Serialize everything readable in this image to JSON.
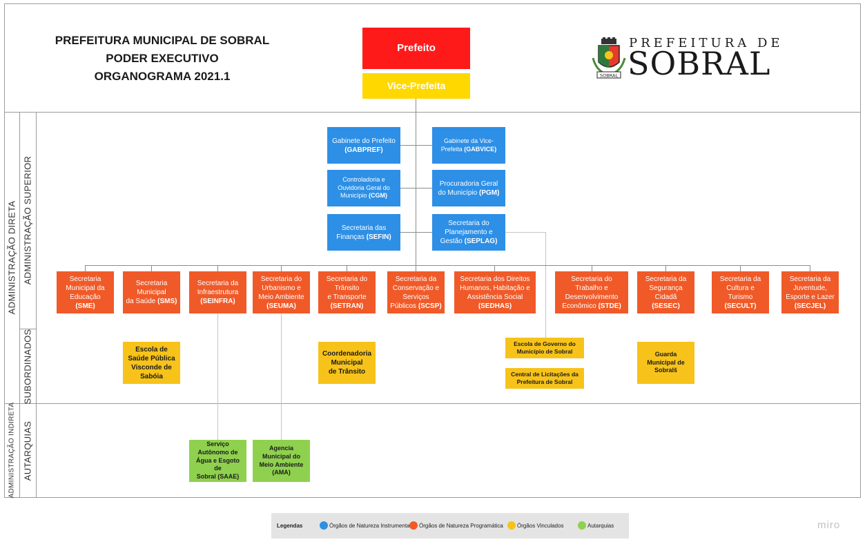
{
  "header": {
    "title_lines": [
      "PREFEITURA MUNICIPAL DE SOBRAL",
      "PODER EXECUTIVO",
      "ORGANOGRAMA 2021.1"
    ],
    "logo": {
      "top": "PREFEITURA DE",
      "main": "SOBRAL",
      "emblem": "sobral-coat-of-arms-icon",
      "emblem_band": "SOBRAL"
    }
  },
  "side_labels": {
    "direta": "ADMINISTRAÇÃO DIRETA",
    "indireta": "ADMINISTRAÇÃO INDIRETA",
    "superior": "ADMINISTRAÇÃO SUPERIOR",
    "subordinados": "SUBORDINADOS",
    "autarquias": "AUTARQUIAS"
  },
  "top": {
    "prefeito": "Prefeito",
    "vice": "Vice-Prefeita"
  },
  "instrumental": {
    "gabpref": [
      "Gabinete do Prefeito",
      "(GABPREF)"
    ],
    "gabvice": [
      "Gabinete da Vice-",
      "Prefeita ",
      "(GABVICE)"
    ],
    "cgm": [
      "Controladoria e",
      "Ouvidoria Geral do",
      "Município ",
      "(CGM)"
    ],
    "pgm": [
      "Procuradoria Geral",
      "do Município ",
      "(PGM)"
    ],
    "sefin": [
      "Secretaria das",
      "Finanças ",
      "(SEFIN)"
    ],
    "seplag": [
      "Secretaria do",
      "Planejamento e",
      "Gestão ",
      "(SEPLAG)"
    ]
  },
  "programatica": [
    [
      "Secretaria",
      "Municipal da",
      "Educação ",
      "(SME)"
    ],
    [
      "Secretaria",
      "Municipal",
      "da Saúde ",
      "(SMS)"
    ],
    [
      "Secretaria da",
      "Infraestrutura",
      "",
      "(SEINFRA)"
    ],
    [
      "Secretaria do",
      "Urbanismo e",
      "Meio Ambiente",
      "(SEUMA)"
    ],
    [
      "Secretaria do",
      "Trânsito",
      "e Transporte",
      "(SETRAN)"
    ],
    [
      "Secretaria da",
      "Conservação e",
      "Serviços",
      "Públicos ",
      "(SCSP)"
    ],
    [
      "Secretaria dos Direitos",
      "Humanos, Habitação e",
      "Assistência Social",
      "(SEDHAS)"
    ],
    [
      "Secretaria do",
      "Trabalho e",
      "Desenvolvimento",
      "Econômico ",
      "(STDE)"
    ],
    [
      "Secretaria da",
      "Segurança",
      "Cidadã ",
      "(SESEC)"
    ],
    [
      "Secretaria da",
      "Cultura e",
      "Turismo",
      "(SECULT)"
    ],
    [
      "Secretaria da",
      "Juventude,",
      "Esporte e Lazer",
      "(SECJEL)"
    ]
  ],
  "vinculados": {
    "escola_saude": [
      "Escola de",
      "Saúde Pública",
      "Visconde de",
      "Sabóia"
    ],
    "coord_transito": [
      "Coordenadoria",
      "Municipal",
      "de Trânsito"
    ],
    "escola_governo": [
      "Escola de Governo do",
      "Município de Sobral"
    ],
    "central_licitacoes": [
      "Central de Licitações da",
      "Prefeitura de Sobral"
    ],
    "guarda": [
      "Guarda",
      "Municipal de",
      "Sobralš"
    ]
  },
  "autarquias": {
    "saae": [
      "Serviço",
      "Autônomo de",
      "Água e Esgoto de",
      "Sobral (SAAE)"
    ],
    "ama": [
      "Agencia",
      "Municipal do",
      "Meio Ambiente",
      "(AMA)"
    ]
  },
  "legend": {
    "title": "Legendas",
    "items": [
      {
        "label": "Órgãos de Natureza Instrumental",
        "color": "#2d8fe6"
      },
      {
        "label": "Órgãos de Natureza Programática",
        "color": "#f05a28"
      },
      {
        "label": "Órgãos Vinculados",
        "color": "#f7c31a"
      },
      {
        "label": "Autarquias",
        "color": "#8fd14f"
      }
    ]
  },
  "brand": "miro"
}
